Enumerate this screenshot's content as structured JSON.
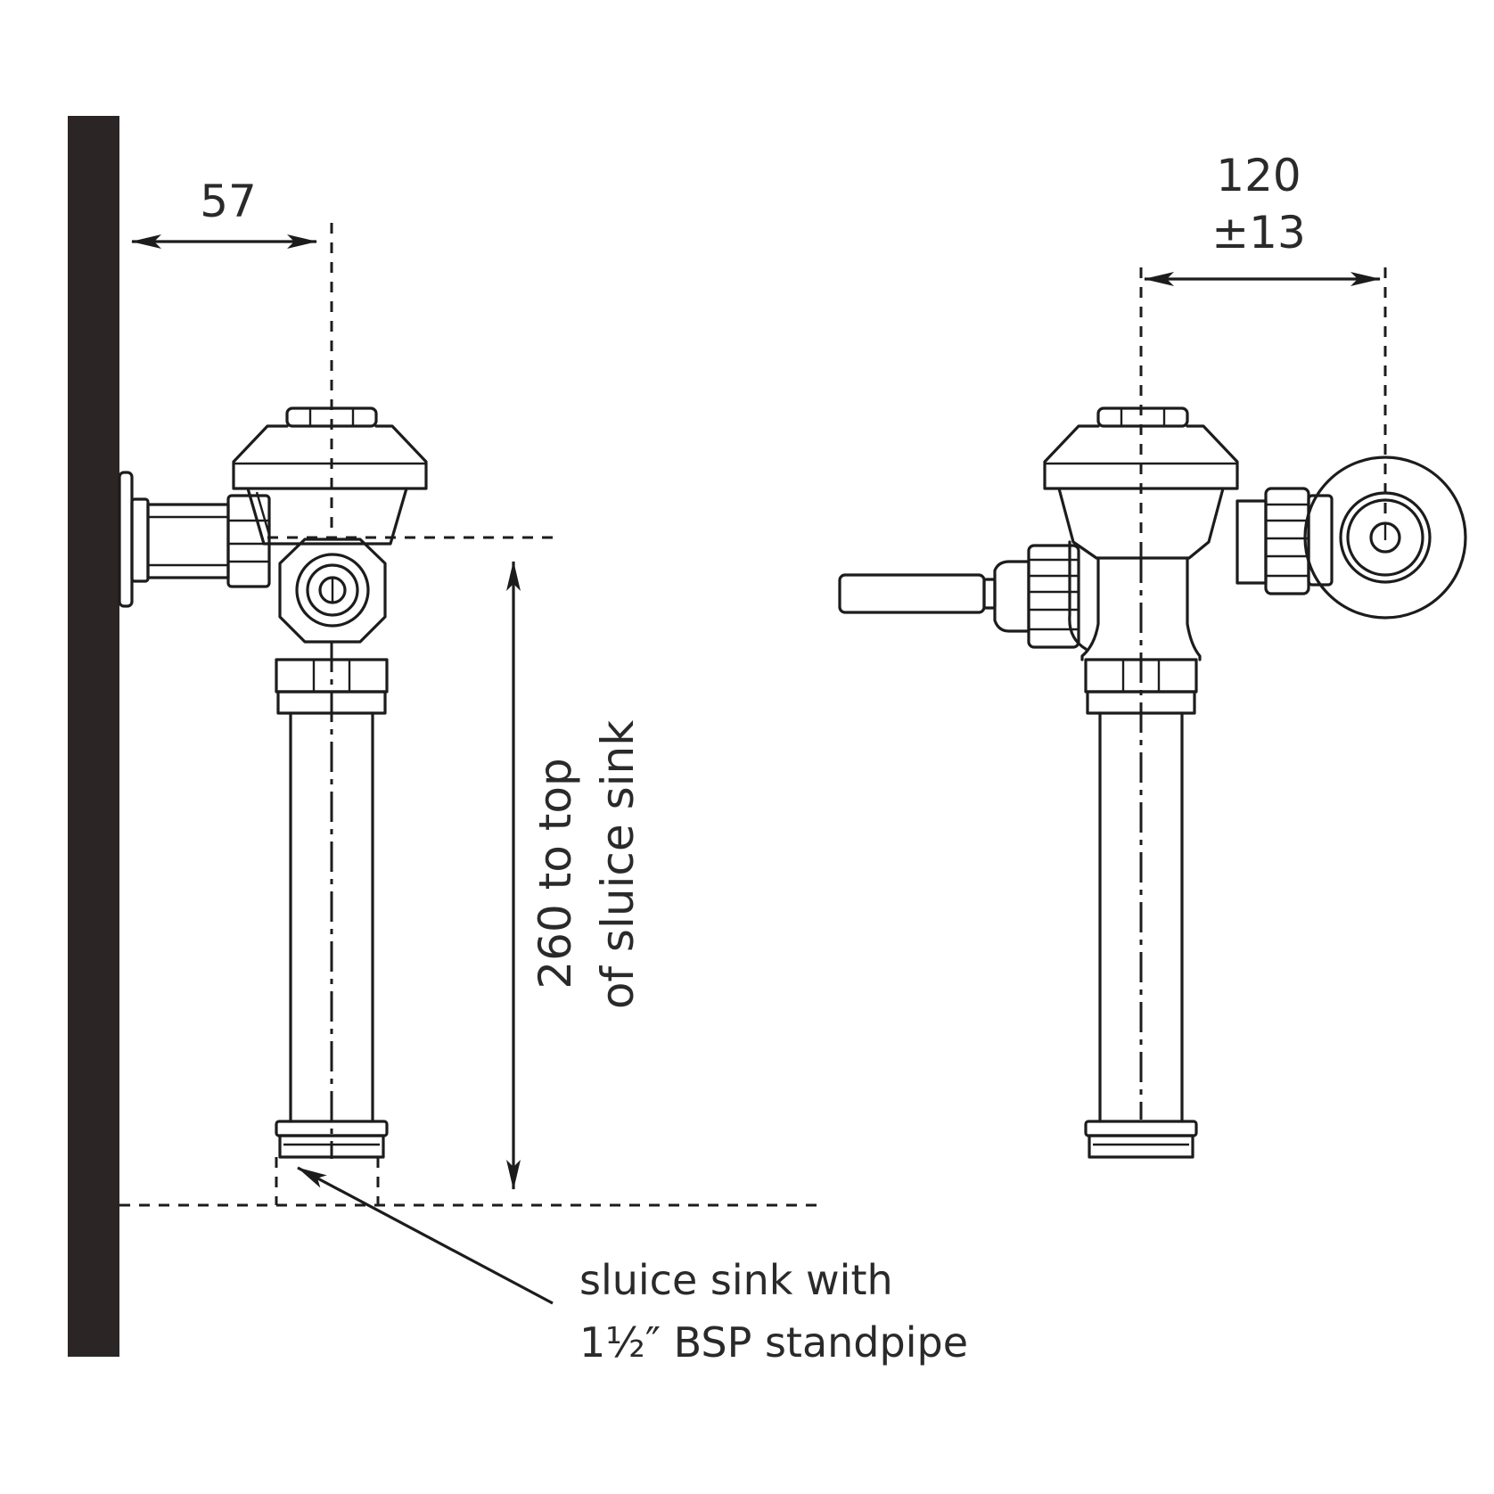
{
  "dimensions": {
    "offset_from_wall": "57",
    "lateral_offset": "120",
    "lateral_tolerance": "±13",
    "height_line1": "260 to top",
    "height_line2": "of sluice sink"
  },
  "callout": {
    "line1": "sluice sink with",
    "line2": "1½″ BSP standpipe"
  },
  "colors": {
    "ink": "#1c1c1c",
    "wall": "#2b2526",
    "background": "#ffffff"
  }
}
